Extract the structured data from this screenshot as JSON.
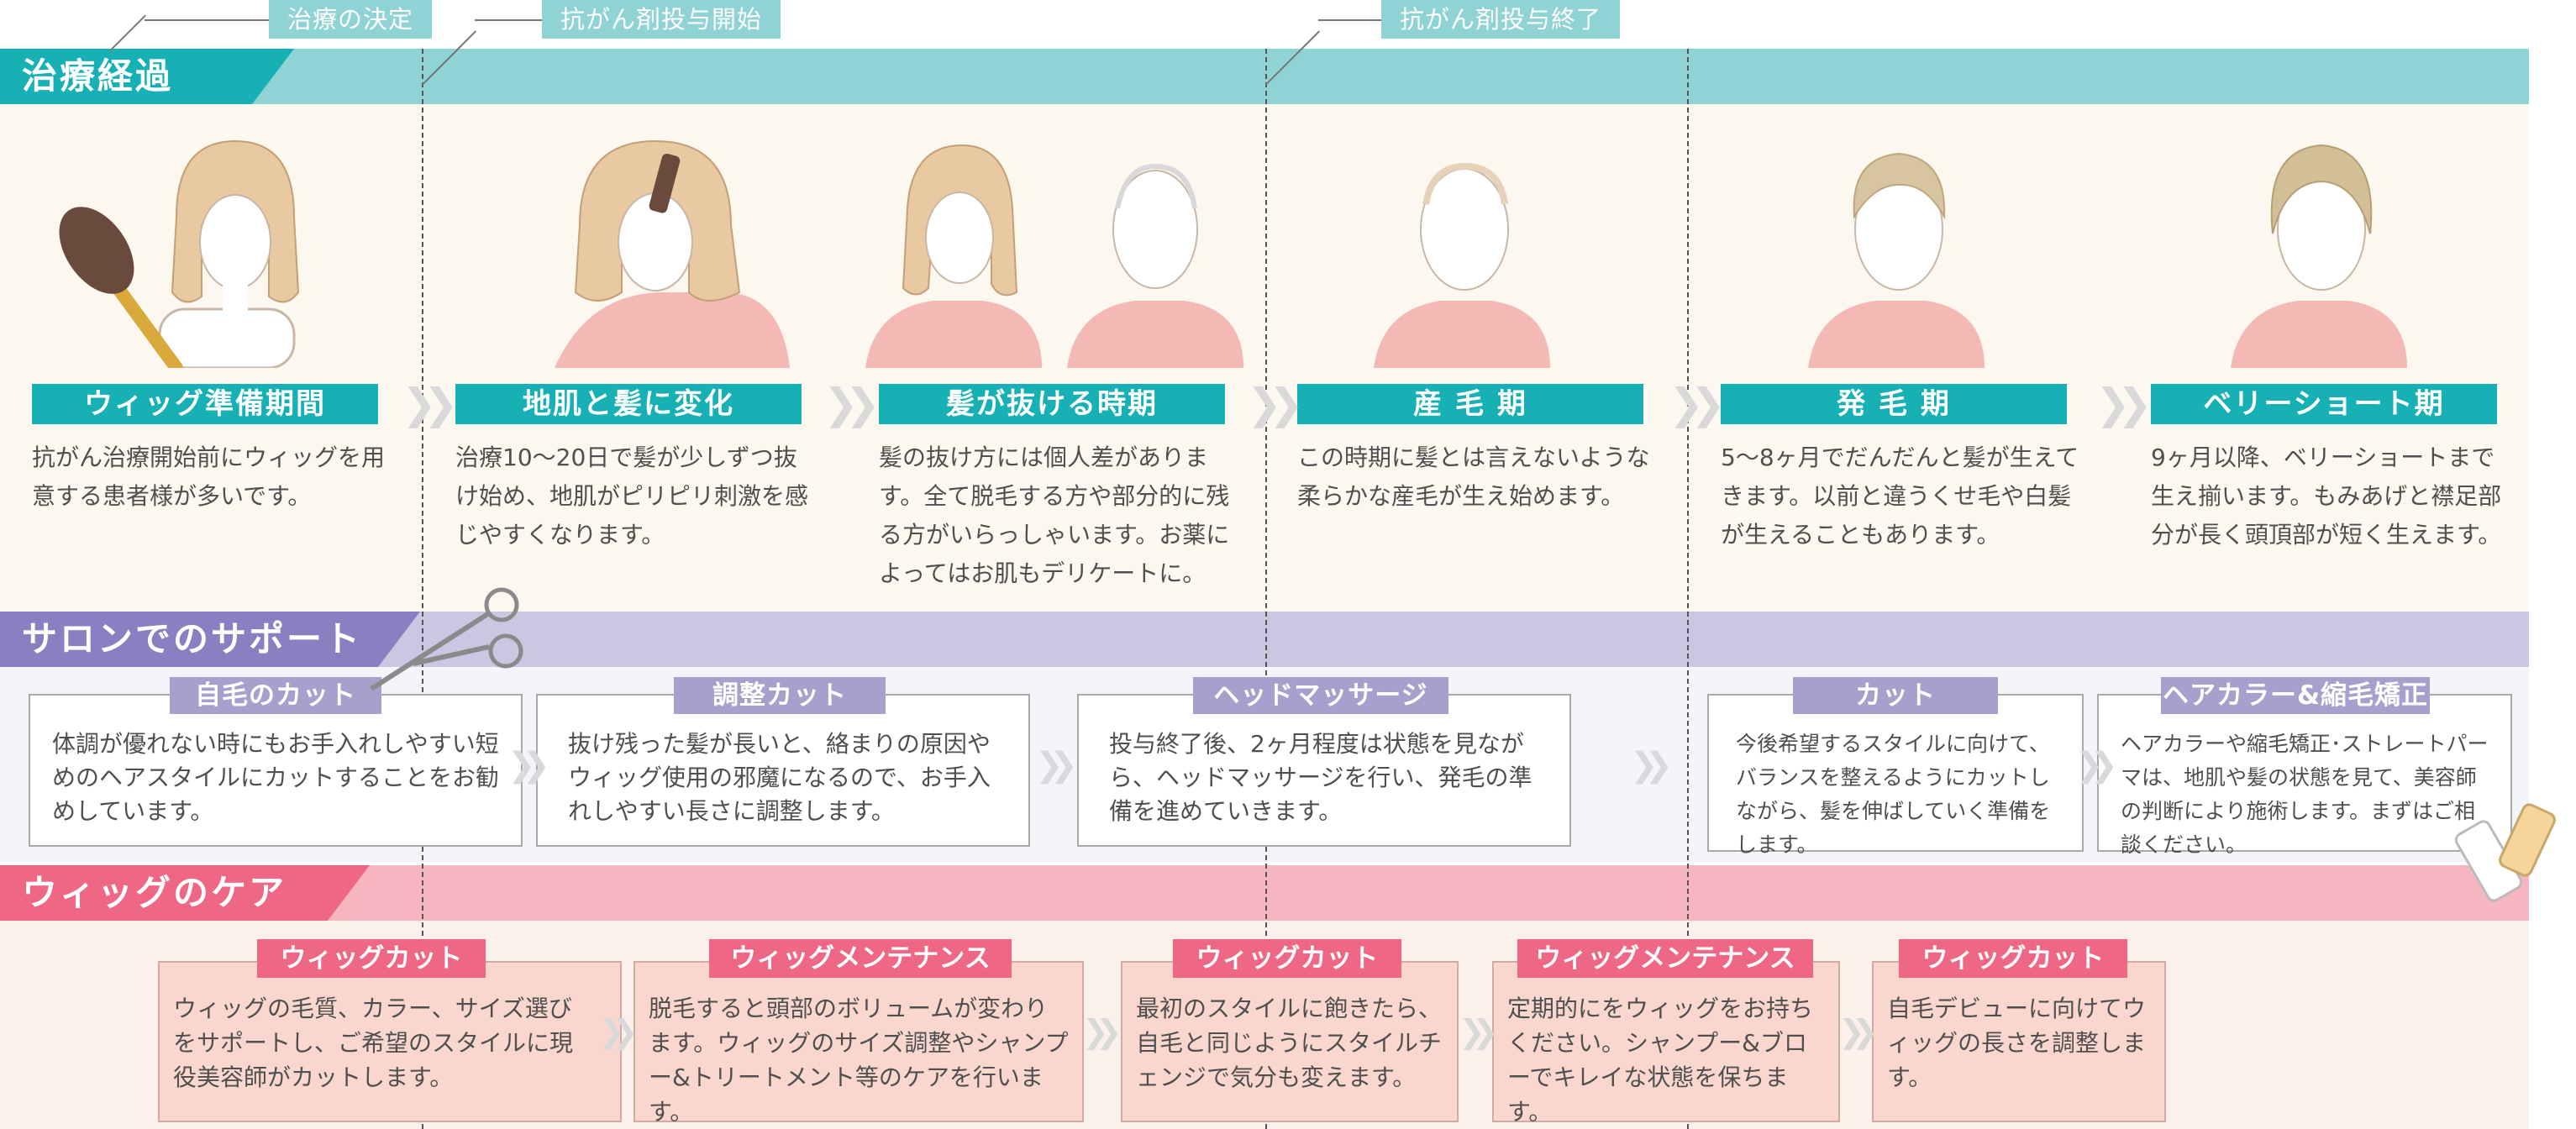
{
  "milestones": [
    {
      "label": "治療の決定"
    },
    {
      "label": "抗がん剤投与開始"
    },
    {
      "label": "抗がん剤投与終了"
    }
  ],
  "sections": {
    "treatment": {
      "title": "治療経過",
      "color": "#17b0b5",
      "band_color": "#8fd3d4"
    },
    "salon": {
      "title": "サロンでのサポート",
      "color": "#8a7fc0",
      "band_color": "#cbc7e3"
    },
    "wig": {
      "title": "ウィッグのケア",
      "color": "#ee6886",
      "band_color": "#f5b6bf"
    }
  },
  "phases": [
    {
      "label": "ウィッグ準備期間",
      "desc": "抗がん治療開始前にウィッグを用意する患者様が多いです。",
      "illustration": "long-hair-woman-with-brush"
    },
    {
      "label": "地肌と髪に変化",
      "desc": "治療10〜20日で髪が少しずつ抜け始め、地肌がピリピリ刺激を感じやすくなります。",
      "illustration": "woman-brushing-hair"
    },
    {
      "label": "髪が抜ける時期",
      "desc": "髪の抜け方には個人差があります。全て脱毛する方や部分的に残る方がいらっしゃいます。お薬によってはお肌もデリケートに。",
      "illustration": "women-losing-hair"
    },
    {
      "label": "産 毛 期",
      "desc": "この時期に髪とは言えないような柔らかな産毛が生え始めます。",
      "illustration": "woman-bald-fine-hair"
    },
    {
      "label": "発 毛 期",
      "desc": "5〜8ヶ月でだんだんと髪が生えてきます。以前と違うくせ毛や白髪が生えることもあります。",
      "illustration": "woman-short-regrowth"
    },
    {
      "label": "ベリーショート期",
      "desc": "9ヶ月以降、ベリーショートまで生え揃います。もみあげと襟足部分が長く頭頂部が短く生えます。",
      "illustration": "woman-very-short-hair"
    }
  ],
  "salon_items": [
    {
      "tag": "自毛のカット",
      "text": "体調が優れない時にもお手入れしやすい短めのヘアスタイルにカットすることをお勧めしています。"
    },
    {
      "tag": "調整カット",
      "text": "抜け残った髪が長いと、絡まりの原因やウィッグ使用の邪魔になるので、お手入れしやすい長さに調整します。"
    },
    {
      "tag": "ヘッドマッサージ",
      "text": "投与終了後、2ヶ月程度は状態を見ながら、ヘッドマッサージを行い、発毛の準備を進めていきます。"
    },
    {
      "tag": "カット",
      "text": "今後希望するスタイルに向けて、バランスを整えるようにカットしながら、髪を伸ばしていく準備をします。"
    },
    {
      "tag": "ヘアカラー&縮毛矯正",
      "text": "ヘアカラーや縮毛矯正･ストレートパーマは、地肌や髪の状態を見て、美容師の判断により施術します。まずはご相談ください。"
    }
  ],
  "wig_items": [
    {
      "tag": "ウィッグカット",
      "text": "ウィッグの毛質、カラー、サイズ選びをサポートし、ご希望のスタイルに現役美容師がカットします。"
    },
    {
      "tag": "ウィッグメンテナンス",
      "text": "脱毛すると頭部のボリュームが変わります。ウィッグのサイズ調整やシャンプー&トリートメント等のケアを行います。"
    },
    {
      "tag": "ウィッグカット",
      "text": "最初のスタイルに飽きたら、自毛と同じようにスタイルチェンジで気分も変えます。"
    },
    {
      "tag": "ウィッグメンテナンス",
      "text": "定期的にをウィッグをお持ちください。シャンプー&ブローでキレイな状態を保ちます。"
    },
    {
      "tag": "ウィッグカット",
      "text": "自毛デビューに向けてウィッグの長さを調整します。"
    }
  ],
  "colors": {
    "teal": "#17b0b5",
    "teal_light": "#8fd3d4",
    "purple": "#8a7fc0",
    "purple_light": "#cbc7e3",
    "purple_tag": "#a79fcc",
    "pink": "#ee6886",
    "pink_light": "#f5b6bf",
    "wig_box": "#f9d7cf",
    "treatment_bg": "#fcf7ef",
    "salon_bg": "#f3f5fb",
    "wig_bg": "#fcf0ed"
  }
}
